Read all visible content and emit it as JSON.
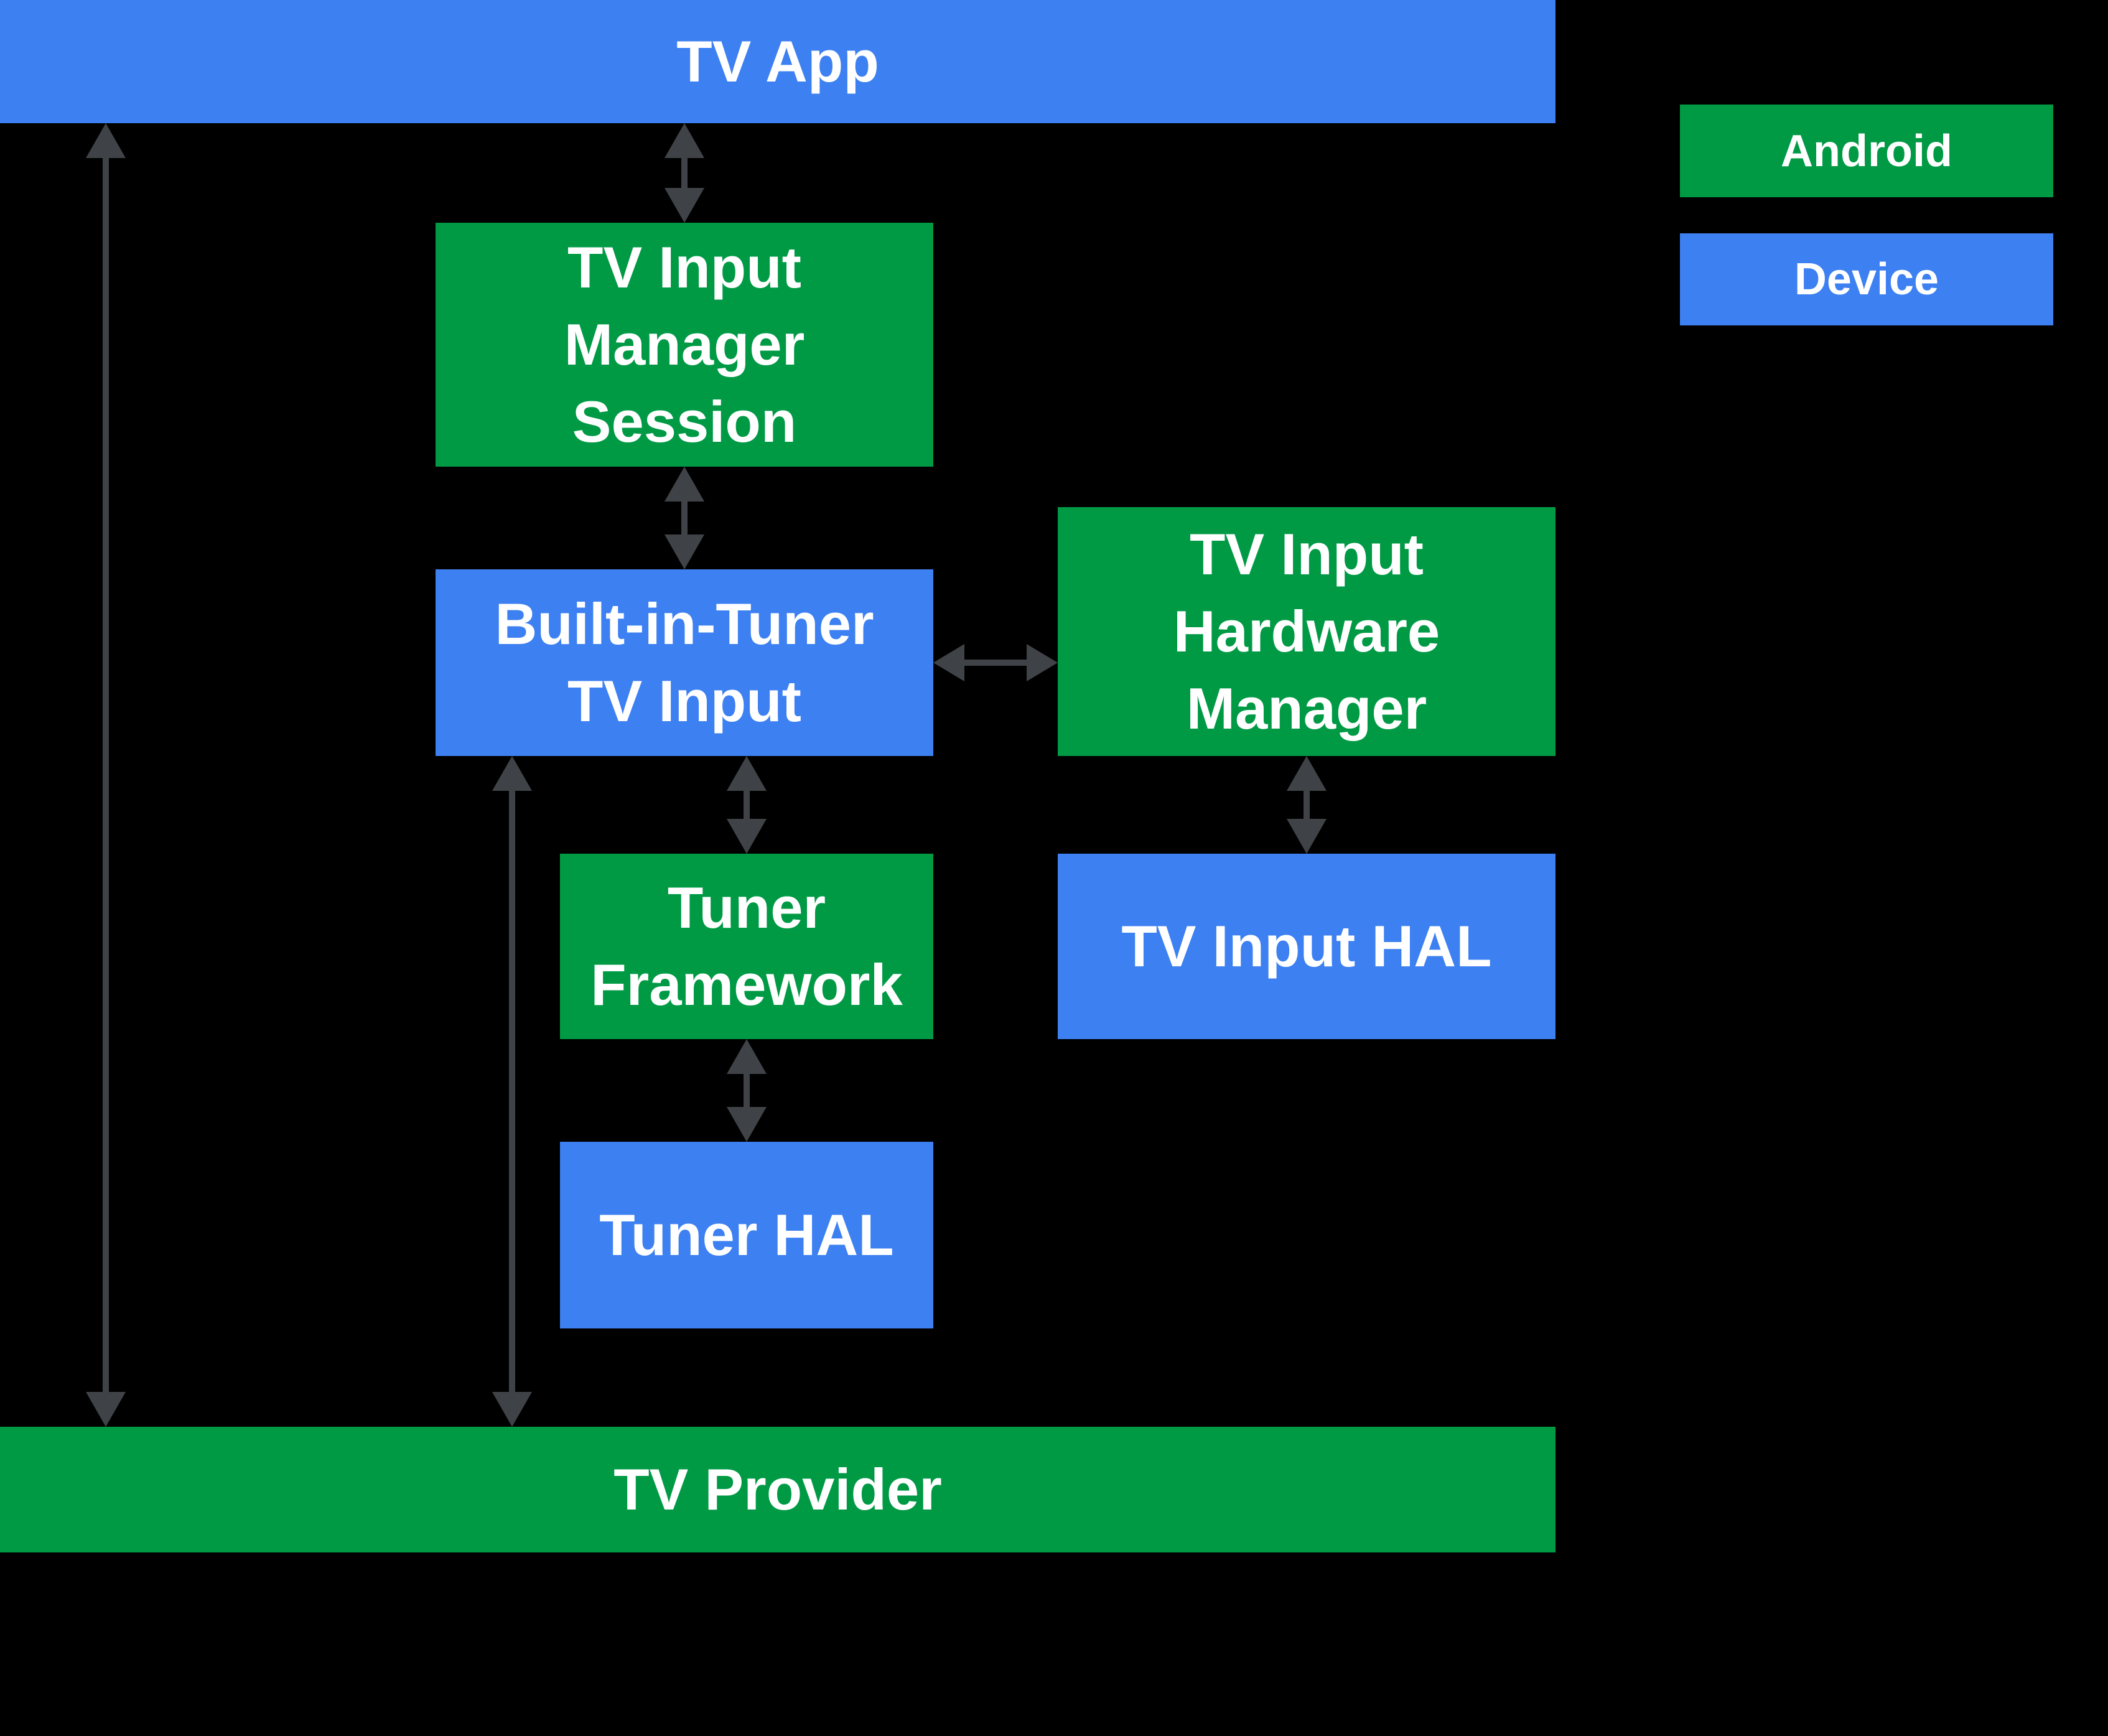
{
  "colors": {
    "android_green": "#009A45",
    "device_blue": "#3D80F2",
    "arrow_gray": "#3F4347",
    "background": "#000000",
    "text": "#FFFFFF"
  },
  "nodes": {
    "tv_app": {
      "label": "TV App",
      "layer": "Device"
    },
    "tv_input_manager_session": {
      "label": "TV Input\nManager\nSession",
      "layer": "Android"
    },
    "built_in_tuner_tv_input": {
      "label": "Built-in-Tuner\nTV Input",
      "layer": "Device"
    },
    "tv_input_hardware_manager": {
      "label": "TV Input\nHardware\nManager",
      "layer": "Android"
    },
    "tuner_framework": {
      "label": "Tuner\nFramework",
      "layer": "Android"
    },
    "tv_input_hal": {
      "label": "TV Input HAL",
      "layer": "Device"
    },
    "tuner_hal": {
      "label": "Tuner HAL",
      "layer": "Device"
    },
    "tv_provider": {
      "label": "TV Provider",
      "layer": "Android"
    }
  },
  "legend": {
    "android_label": "Android",
    "device_label": "Device"
  },
  "connections": [
    {
      "from": "tv_app",
      "to": "tv_provider",
      "style": "double-arrow"
    },
    {
      "from": "tv_app",
      "to": "tv_input_manager_session",
      "style": "double-arrow"
    },
    {
      "from": "tv_input_manager_session",
      "to": "built_in_tuner_tv_input",
      "style": "double-arrow"
    },
    {
      "from": "built_in_tuner_tv_input",
      "to": "tv_input_hardware_manager",
      "style": "double-arrow"
    },
    {
      "from": "built_in_tuner_tv_input",
      "to": "tuner_framework",
      "style": "double-arrow"
    },
    {
      "from": "built_in_tuner_tv_input",
      "to": "tv_provider",
      "style": "double-arrow"
    },
    {
      "from": "tv_input_hardware_manager",
      "to": "tv_input_hal",
      "style": "double-arrow"
    },
    {
      "from": "tuner_framework",
      "to": "tuner_hal",
      "style": "double-arrow"
    }
  ]
}
